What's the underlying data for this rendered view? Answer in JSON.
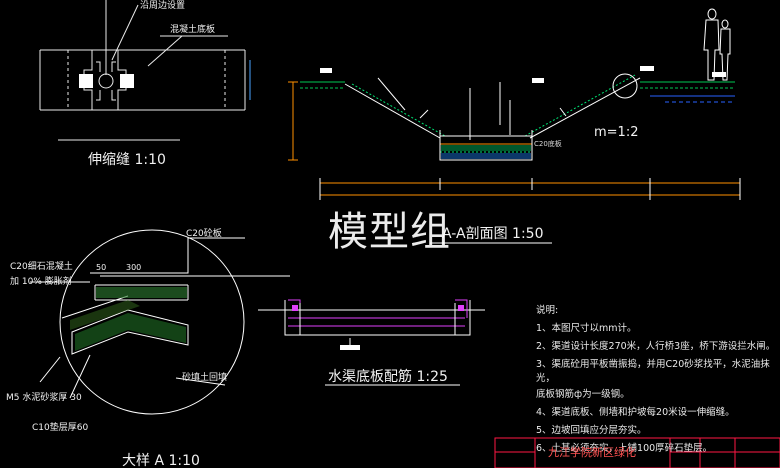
{
  "top_left_detail": {
    "label_edge_setting": "沿周边设置",
    "label_concrete_slab": "混凝土底板",
    "title": "伸缩缝 1:10"
  },
  "section": {
    "title": "A-A剖面图 1:50",
    "slope_label": "m=1:2",
    "c20_label": "C20底板"
  },
  "watermark": "模型组",
  "detail_a": {
    "label_c20_slab": "C20砼板",
    "label_fine_stone": "C20细石混凝土",
    "label_expansion": "加 10% 膨胀剂",
    "dim_50": "50",
    "dim_300": "300",
    "label_backfill": "砂填土回填",
    "label_mortar": "M5 水泥砂浆厚 30",
    "label_cushion": "C10垫层厚60",
    "title": "大样 A 1:10"
  },
  "rebar": {
    "title": "水渠底板配筋 1:25"
  },
  "notes": {
    "heading": "说明:",
    "items": [
      "1、本图尺寸以mm计。",
      "2、渠道设计长度270米，人行桥3座，桥下游设拦水闸。",
      "3、渠底砼用平板凿振捣，并用C20砂浆找平，水泥油抹光，",
      "   底板钢筋ф为一级钢。",
      "4、渠道底板、侧墙和护坡每20米设一伸缩缝。",
      "5、边坡回填应分层夯实。",
      "6、土基必须夯实，上铺100厚碎石垫层。"
    ]
  },
  "title_block": {
    "project_name": "九江学院新区绿化"
  }
}
